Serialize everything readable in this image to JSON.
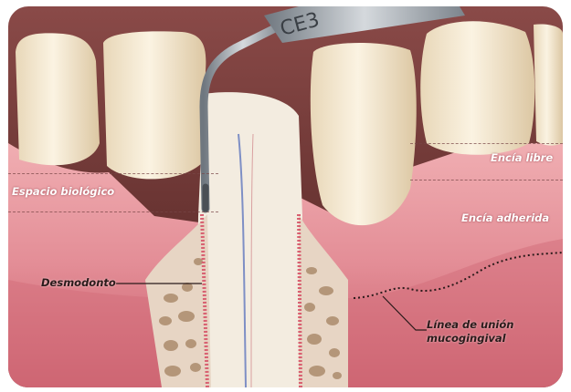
{
  "instrument": {
    "marking": "CE3"
  },
  "labels": {
    "free_gingiva": "Encía libre",
    "biologic_width": "Espacio biológico",
    "attached_gingiva": "Encía adherida",
    "pdl": "Desmodonto",
    "mgj_line1": "Línea de unión",
    "mgj_line2": "mucogingival"
  },
  "colors": {
    "gum": "#e79aa0",
    "gum_dark": "#c95e6c",
    "tooth": "#f1e6cf",
    "bone": "#e7d5c4",
    "bone_pore": "#b49679",
    "instrument": "#9ea5ac",
    "background": "#6b2f2b"
  }
}
